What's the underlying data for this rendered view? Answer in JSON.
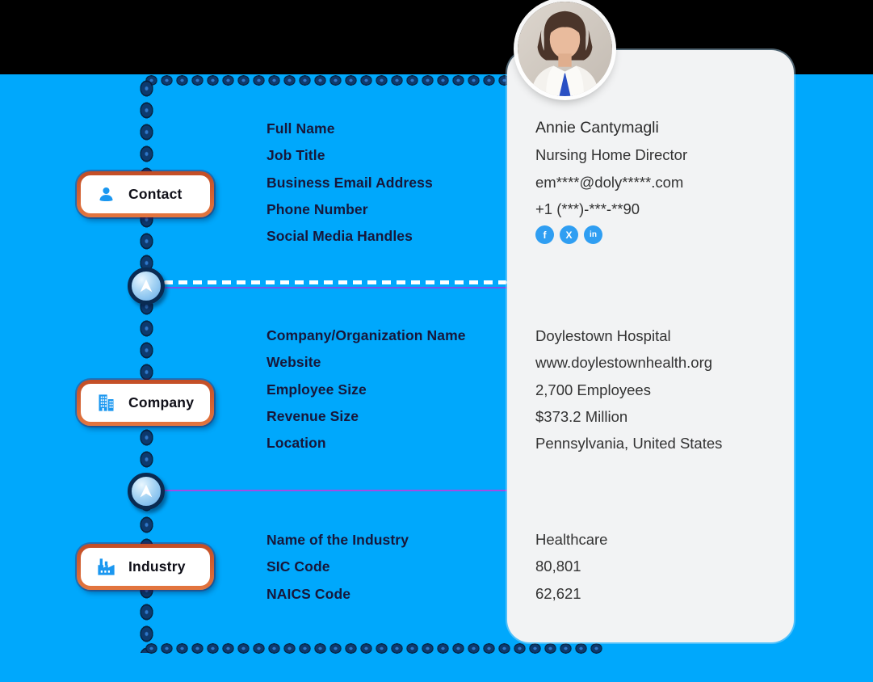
{
  "background": {
    "top_bar_color": "#000000",
    "canvas_color": "#00a8fc"
  },
  "colors": {
    "accent_blue": "#1a97f0",
    "chain_navy": "#0d3a6e",
    "pill_border_orange": "#d6592c",
    "separator_purple": "#8a4fe0",
    "card_bg": "#f2f3f4",
    "social_blue": "#2f9ef2"
  },
  "sections": {
    "contact": {
      "label": "Contact",
      "fields": [
        "Full Name",
        "Job Title",
        "Business Email Address",
        "Phone Number",
        "Social Media Handles"
      ]
    },
    "company": {
      "label": "Company",
      "fields": [
        "Company/Organization Name",
        "Website",
        "Employee Size",
        "Revenue Size",
        "Location"
      ]
    },
    "industry": {
      "label": "Industry",
      "fields": [
        "Name of the Industry",
        "SIC Code",
        "NAICS Code"
      ]
    }
  },
  "profile_card": {
    "contact": {
      "name": "Annie Cantymagli",
      "job_title": "Nursing Home Director",
      "email": "em****@doly*****.com",
      "phone": "+1 (***)-***-**90",
      "social": {
        "facebook": "f",
        "x": "X",
        "linkedin": "in"
      }
    },
    "company": {
      "name": "Doylestown Hospital",
      "website": "www.doylestownhealth.org",
      "employees": "2,700 Employees",
      "revenue": "$373.2 Million",
      "location": "Pennsylvania, United States"
    },
    "industry": {
      "name": "Healthcare",
      "sic_code": "80,801",
      "naics_code": "62,621"
    }
  }
}
